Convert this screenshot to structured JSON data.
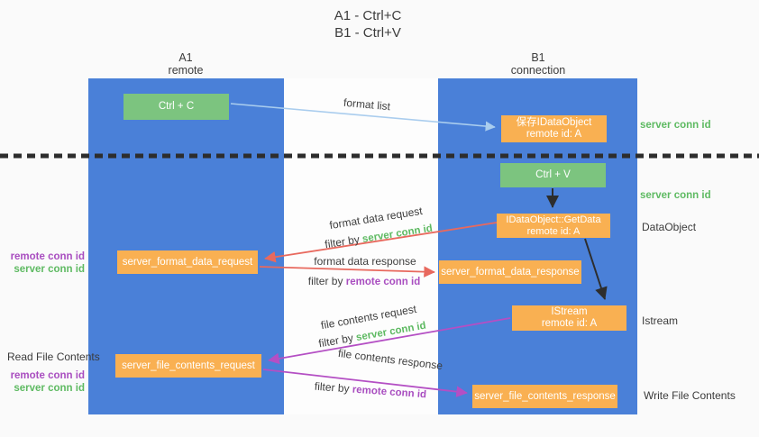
{
  "title": {
    "line1": "A1 - Ctrl+C",
    "line2": "B1 - Ctrl+V"
  },
  "lifelines": {
    "a1": {
      "name": "A1",
      "subtitle": "remote"
    },
    "b1": {
      "name": "B1",
      "subtitle": "connection"
    }
  },
  "boxes": {
    "ctrl_c": {
      "label": "Ctrl + C"
    },
    "ctrl_v": {
      "label": "Ctrl + V"
    },
    "save_idataobject": {
      "line1": "保存IDataObject",
      "line2": "remote id: A"
    },
    "getdata": {
      "line1": "IDataObject::GetData",
      "line2": "remote id: A"
    },
    "istream": {
      "line1": "IStream",
      "line2": "remote id: A"
    },
    "format_request": {
      "label": "server_format_data_request"
    },
    "format_response": {
      "label": "server_format_data_response"
    },
    "file_request": {
      "label": "server_file_contents_request"
    },
    "file_response": {
      "label": "server_file_contents_response"
    }
  },
  "edge_labels": {
    "format_list": "format list",
    "format_data_request": "format data request",
    "format_data_response": "format data response",
    "file_contents_request": "file contents request",
    "file_contents_response": "file contents response",
    "filter_by": "filter by",
    "server_conn_id": "server conn id",
    "remote_conn_id": "remote conn id"
  },
  "annotations": {
    "server_conn_id_top": "server conn id",
    "server_conn_id_mid": "server conn id",
    "dataobject": "DataObject",
    "istream": "Istream",
    "write_file_contents": "Write File Contents",
    "read_file_contents": "Read File Contents",
    "remote_conn_id": "remote conn id",
    "server_conn_id": "server conn id"
  },
  "colors": {
    "lifeline_blue": "#4a80d8",
    "box_green": "#7cc47f",
    "box_orange": "#f9b052",
    "arrow_red": "#e8695e",
    "arrow_purple": "#b44fc4",
    "arrow_light_blue": "#aacdee",
    "arrow_black": "#2d2d2d",
    "text_green": "#5eba62",
    "text_purple": "#a94ec0"
  }
}
